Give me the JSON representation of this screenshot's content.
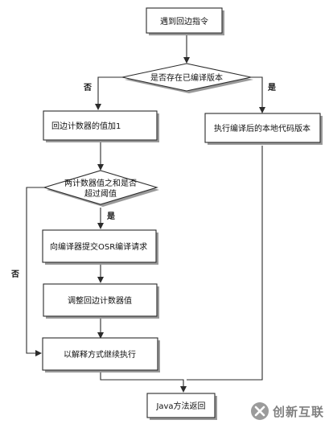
{
  "nodes": {
    "start": "遇到回边指令",
    "decision_compiled": "是否存在已编译版本",
    "increment_counter": "回边计数器的值加1",
    "execute_native": "执行编译后的本地代码版本",
    "decision_threshold_line1": "两计数器值之和是否",
    "decision_threshold_line2": "超过阈值",
    "submit_osr": "向编译器提交OSR编译请求",
    "adjust_counter": "调整回边计数器值",
    "interpret": "以解释方式继续执行",
    "end": "Java方法返回"
  },
  "edge_labels": {
    "compiled_no": "否",
    "compiled_yes": "是",
    "threshold_yes": "是",
    "threshold_no": "否"
  },
  "watermark": {
    "text": "创新互联",
    "icon": "logo-x-icon"
  }
}
